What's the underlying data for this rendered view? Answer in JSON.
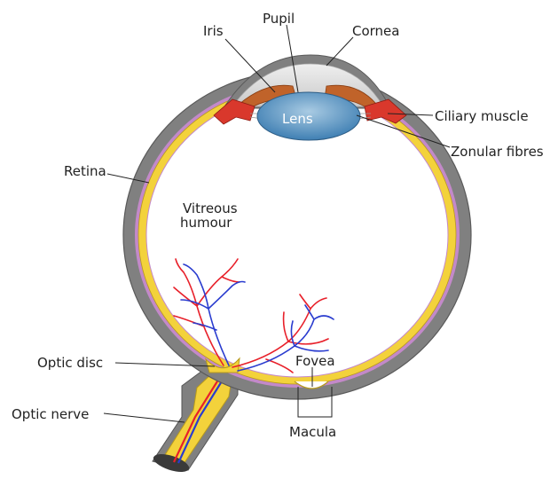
{
  "labels": {
    "pupil": "Pupil",
    "iris": "Iris",
    "cornea": "Cornea",
    "lens": "Lens",
    "ciliary_muscle": "Ciliary muscle",
    "zonular_fibres": "Zonular fibres",
    "retina": "Retina",
    "vitreous_line1": "Vitreous",
    "vitreous_line2": "humour",
    "optic_disc": "Optic disc",
    "fovea": "Fovea",
    "optic_nerve": "Optic nerve",
    "macula": "Macula"
  },
  "colors": {
    "sclera": "#808080",
    "choroid": "#c389c9",
    "retina": "#f3d23b",
    "cornea": "#d6d6d6",
    "lens": "#4f8fc0",
    "iris": "#c0632a",
    "ciliary": "#d9382c",
    "artery": "#e8202a",
    "vein": "#2a3ccf",
    "nerve": "#f3d23b"
  }
}
